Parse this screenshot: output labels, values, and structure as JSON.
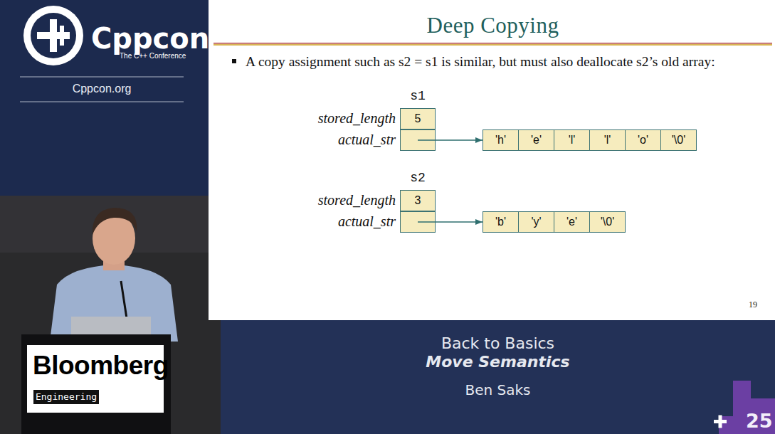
{
  "diagram": {
    "title": "Deep Copying",
    "nodes": [
      {
        "text": [
          "s1"
        ]
      },
      {
        "text": [
          "stored_length",
          "5"
        ],
        "in": 0
      },
      {
        "text": [
          "actual_str"
        ],
        "in": 0
      },
      {
        "text": [
          "'h'"
        ]
      },
      {
        "text": [
          "'e'"
        ]
      },
      {
        "text": [
          "'l'"
        ]
      },
      {
        "text": [
          "'l'"
        ]
      },
      {
        "text": [
          "'o'"
        ]
      },
      {
        "text": [
          "'\\0'"
        ]
      },
      {
        "text": [
          "s2"
        ]
      },
      {
        "text": [
          "stored_length",
          "3"
        ],
        "in": 9
      },
      {
        "text": [
          "actual_str"
        ],
        "in": 9
      },
      {
        "text": [
          "'b'"
        ]
      },
      {
        "text": [
          "'y'"
        ]
      },
      {
        "text": [
          "'e'"
        ]
      },
      {
        "text": [
          "'\\0'"
        ]
      },
      {
        "text": [
          "Bloomberg"
        ]
      },
      {
        "text": [
          "Engineering"
        ],
        "in": 16
      }
    ],
    "edges": [
      {
        "from": 2,
        "to": 3,
        "arrow": "to"
      },
      {
        "from": 11,
        "to": 12,
        "arrow": "to"
      }
    ],
    "labels": [
      "Cppcon",
      "The C++ Conference",
      "Cppcon.org",
      "A copy assignment such as s2 = s1 is similar, but must also deallocate s2’s old array:",
      "19",
      "Back to Basics",
      "Move Semantics",
      "Ben Saks",
      "25"
    ]
  }
}
